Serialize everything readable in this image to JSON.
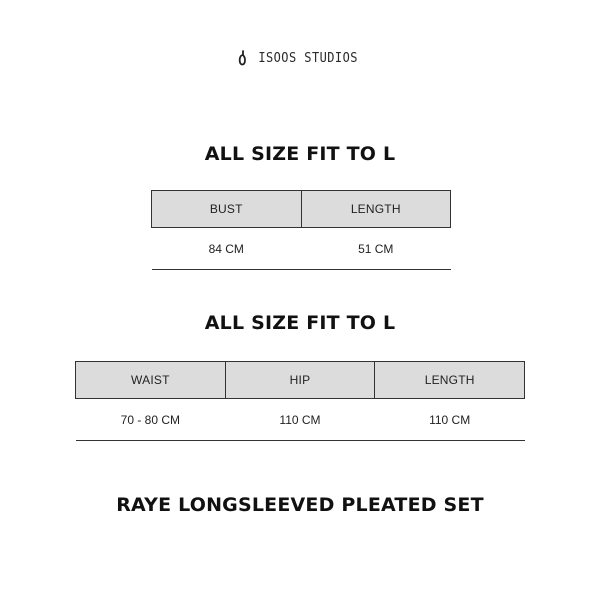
{
  "brand": {
    "name": "ISOOS STUDIOS",
    "icon": "brand-mark-icon"
  },
  "top_fit": {
    "heading": "ALL SIZE FIT TO L",
    "columns": [
      "BUST",
      "LENGTH"
    ],
    "values": [
      "84 CM",
      "51 CM"
    ]
  },
  "bottom_fit": {
    "heading": "ALL SIZE FIT TO L",
    "columns": [
      "WAIST",
      "HIP",
      "LENGTH"
    ],
    "values": [
      "70 - 80 CM",
      "110 CM",
      "110 CM"
    ]
  },
  "product": {
    "title": "RAYE LONGSLEEVED PLEATED SET"
  },
  "colors": {
    "header_fill": "#dcdcdc",
    "rule": "#333333",
    "text": "#111111"
  }
}
